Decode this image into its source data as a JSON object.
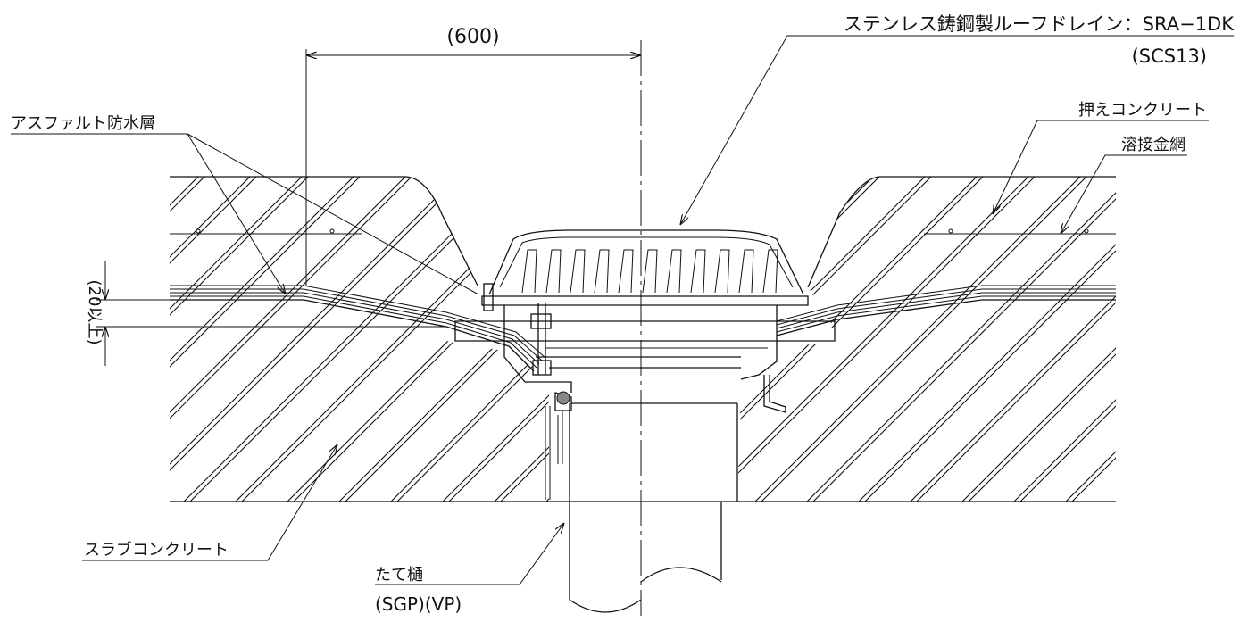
{
  "labels": {
    "dimension_top": "(600)",
    "product": "ステンレス鋳鋼製ルーフドレイン：SRA−1DK",
    "product_material": "(SCS13)",
    "asphalt_layer": "アスファルト防水層",
    "cover_concrete": "押えコンクリート",
    "welded_mesh": "溶接金網",
    "dimension_side": "(20以上)",
    "slab_concrete": "スラブコンクリート",
    "downpipe": "たて樋",
    "downpipe_material": "(SGP)(VP)"
  },
  "colors": {
    "line": "#111111",
    "background": "#ffffff"
  }
}
